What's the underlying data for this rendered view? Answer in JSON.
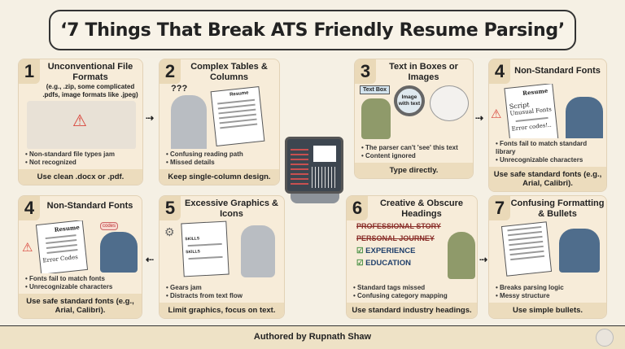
{
  "title": "‘7 Things That Break ATS Friendly Resume Parsing’",
  "cards": [
    {
      "num": "1",
      "heading": "Unconventional File Formats",
      "subheading": "(e.g., .zip, some complicated .pdfs, image formats like .jpeg)",
      "bullets": [
        "Non-standard file types jam",
        "Not recognized"
      ],
      "tip": "Use clean .docx or .pdf."
    },
    {
      "num": "2",
      "heading": "Complex Tables & Columns",
      "illustration_text": [
        "???",
        "Resume"
      ],
      "bullets": [
        "Confusing reading path",
        "Missed details"
      ],
      "tip": "Keep single-column design."
    },
    {
      "num": "3",
      "heading": "Text in Boxes or Images",
      "illustration_text": [
        "Text Box",
        "Image with text"
      ],
      "bullets": [
        "The parser can't 'see' this text",
        "Content ignored"
      ],
      "tip": "Type directly."
    },
    {
      "num": "4",
      "heading": "Non-Standard Fonts",
      "illustration_text": [
        "Resume",
        "Script",
        "Unusual Fonts",
        "Error codes!.."
      ],
      "bullets": [
        "Fonts fail to match standard library",
        "Unrecognizable characters"
      ],
      "tip": "Use safe standard fonts (e.g., Arial, Calibri)."
    },
    {
      "num": "4",
      "heading": "Non-Standard Fonts",
      "illustration_text": [
        "Resume",
        "codes",
        "Error Codes"
      ],
      "bullets": [
        "Fonts fail to match fonts",
        "Unrecognizable characters"
      ],
      "tip": "Use safe standard fonts (e.g., Arial, Calibri)."
    },
    {
      "num": "5",
      "heading": "Excessive Graphics & Icons",
      "illustration_text": [
        "SKILLS",
        "SKILLS"
      ],
      "bullets": [
        "Gears jam",
        "Distracts from text flow"
      ],
      "tip": "Limit graphics, focus on text."
    },
    {
      "num": "6",
      "heading": "Creative & Obscure Headings",
      "illustration_text": [
        "PROFESSIONAL STORY",
        "PERSONAL JOURNEY",
        "EXPERIENCE",
        "EDUCATION"
      ],
      "bullets": [
        "Standard tags missed",
        "Confusing category mapping"
      ],
      "tip": "Use standard industry headings."
    },
    {
      "num": "7",
      "heading": "Confusing Formatting & Bullets",
      "bullets": [
        "Breaks parsing logic",
        "Messy structure"
      ],
      "tip": "Use simple bullets."
    }
  ],
  "footer": {
    "author": "Authored by Rupnath Shaw"
  },
  "colors": {
    "background": "#f5f0e4",
    "card": "#f7ecd9",
    "number_tab": "#ead9b8",
    "warning": "#d9463c",
    "check": "#3d8a3a"
  }
}
